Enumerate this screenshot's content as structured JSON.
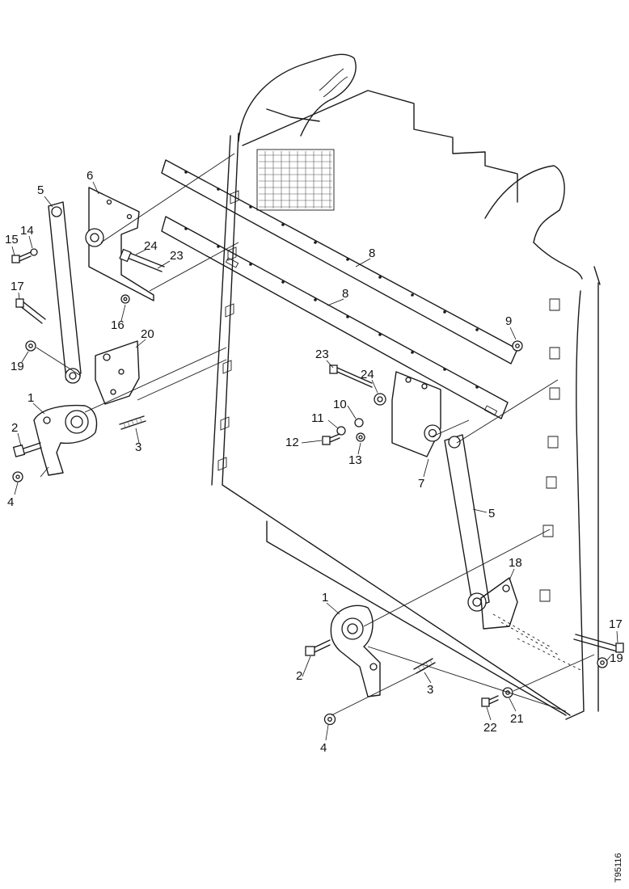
{
  "figure_id": "T95116",
  "callouts": [
    {
      "id": "c1a",
      "text": "1"
    },
    {
      "id": "c1b",
      "text": "1"
    },
    {
      "id": "c2a",
      "text": "2"
    },
    {
      "id": "c2b",
      "text": "2"
    },
    {
      "id": "c3a",
      "text": "3"
    },
    {
      "id": "c3b",
      "text": "3"
    },
    {
      "id": "c4a",
      "text": "4"
    },
    {
      "id": "c4b",
      "text": "4"
    },
    {
      "id": "c5a",
      "text": "5"
    },
    {
      "id": "c5b",
      "text": "5"
    },
    {
      "id": "c6",
      "text": "6"
    },
    {
      "id": "c7",
      "text": "7"
    },
    {
      "id": "c8a",
      "text": "8"
    },
    {
      "id": "c8b",
      "text": "8"
    },
    {
      "id": "c9",
      "text": "9"
    },
    {
      "id": "c10",
      "text": "10"
    },
    {
      "id": "c11",
      "text": "11"
    },
    {
      "id": "c12",
      "text": "12"
    },
    {
      "id": "c13",
      "text": "13"
    },
    {
      "id": "c14",
      "text": "14"
    },
    {
      "id": "c15",
      "text": "15"
    },
    {
      "id": "c16",
      "text": "16"
    },
    {
      "id": "c17a",
      "text": "17"
    },
    {
      "id": "c17b",
      "text": "17"
    },
    {
      "id": "c18",
      "text": "18"
    },
    {
      "id": "c19a",
      "text": "19"
    },
    {
      "id": "c19b",
      "text": "19"
    },
    {
      "id": "c20",
      "text": "20"
    },
    {
      "id": "c21",
      "text": "21"
    },
    {
      "id": "c22",
      "text": "22"
    },
    {
      "id": "c23a",
      "text": "23"
    },
    {
      "id": "c23b",
      "text": "23"
    },
    {
      "id": "c24a",
      "text": "24"
    },
    {
      "id": "c24b",
      "text": "24"
    }
  ]
}
